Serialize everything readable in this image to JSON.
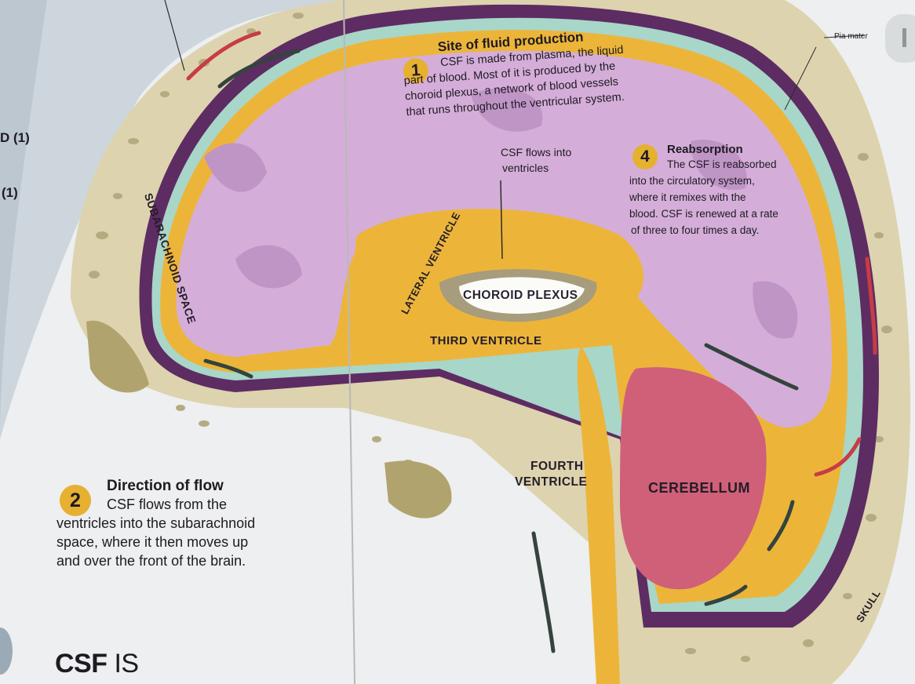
{
  "side_labels": {
    "top": "D (1)",
    "bottom": "(1)"
  },
  "callout_1": {
    "number": "1",
    "title": "Site of fluid production",
    "lines": [
      "CSF is made from plasma, the liquid",
      "part of blood. Most of it is produced by the",
      "choroid plexus, a network of blood vessels",
      "that runs throughout the ventricular system."
    ]
  },
  "callout_4": {
    "number": "4",
    "title": "Reabsorption",
    "lines": [
      "The CSF is reabsorbed",
      "into the circulatory system,",
      "where it remixes with the",
      "blood. CSF is renewed at a rate",
      "of three to four times a day."
    ]
  },
  "callout_2": {
    "number": "2",
    "title": "Direction of flow",
    "lines": [
      "CSF flows from the",
      "ventricles into the subarachnoid",
      "space, where it then moves up",
      "and over the front of the brain."
    ]
  },
  "pointer_label": {
    "lines": [
      "CSF flows into",
      "ventricles"
    ]
  },
  "anatomy": {
    "pia_mater": "Pia mater",
    "subarachnoid_space": "SUBARACHNOID SPACE",
    "lateral_ventricle": "LATERAL VENTRICLE",
    "choroid_plexus": "CHOROID PLEXUS",
    "third_ventricle": "THIRD VENTRICLE",
    "fourth_ventricle": [
      "FOURTH",
      "VENTRICLE"
    ],
    "cerebellum": "CEREBELLUM",
    "skull": "SKULL"
  },
  "footer_heading": {
    "bold": "CSF",
    "rest": "IS"
  },
  "colors": {
    "brain": "#d4aed8",
    "csf": "#ecb53a",
    "skull": "#ddd3ae",
    "mint": "#a8d6c8",
    "membrane": "#5d2c63",
    "cerebellum": "#cf6078"
  }
}
